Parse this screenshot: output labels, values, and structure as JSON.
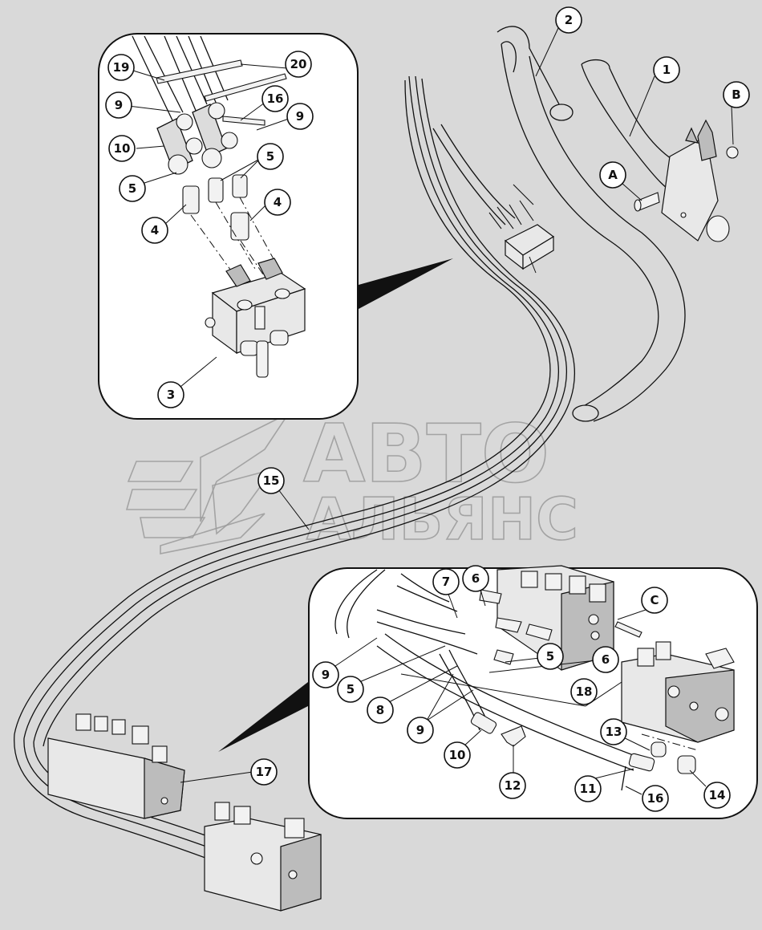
{
  "callouts": {
    "n1": "1",
    "n2": "2",
    "n3": "3",
    "n4": "4",
    "n5": "5",
    "n6": "6",
    "n7": "7",
    "n8": "8",
    "n9": "9",
    "n10": "10",
    "n11": "11",
    "n12": "12",
    "n13": "13",
    "n14": "14",
    "n15": "15",
    "n16": "16",
    "n17": "17",
    "n18": "18",
    "n19": "19",
    "n20": "20",
    "A": "A",
    "B": "B",
    "C": "C"
  },
  "watermark": {
    "line1": "АВТО",
    "line2": "АЛЬЯНС"
  },
  "colors": {
    "background": "#d9d9d9",
    "line": "#111111",
    "watermark": "#9a9a9a"
  }
}
